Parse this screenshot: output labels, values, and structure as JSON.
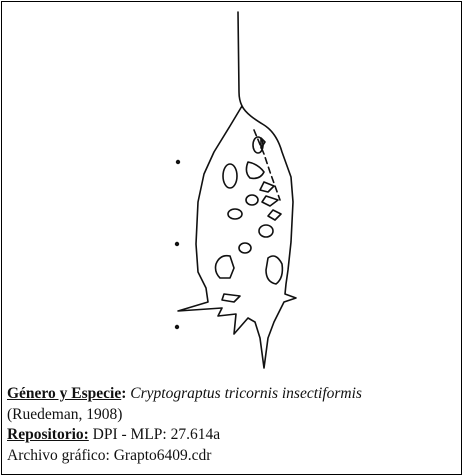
{
  "caption": {
    "genus_label": "Género y Especie",
    "genus_sep": ": ",
    "species_name": "Cryptograptus tricornis insectiformis",
    "author": "(Ruedeman, 1908)",
    "repo_label": "Repositorio:",
    "repo_value": " DPI - MLP: 27.614a",
    "file_line": "Archivo gráfico: Grapto6409.cdr"
  },
  "colors": {
    "ink": "#111111",
    "border": "#000000",
    "background": "#ffffff"
  }
}
